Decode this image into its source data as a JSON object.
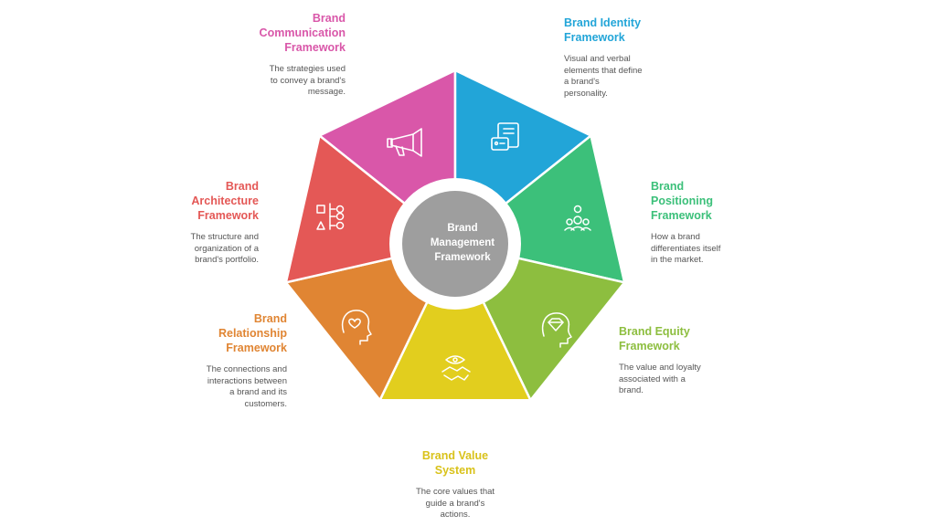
{
  "center": {
    "title_lines": [
      "Brand",
      "Management",
      "Framework"
    ]
  },
  "segments": [
    {
      "key": "communication",
      "title_lines": [
        "Brand",
        "Communication",
        "Framework"
      ],
      "description_lines": [
        "The strategies used",
        "to convey a brand's",
        "message."
      ],
      "color": "#D957A9",
      "icon": "megaphone-icon"
    },
    {
      "key": "identity",
      "title_lines": [
        "Brand Identity",
        "Framework"
      ],
      "description_lines": [
        "Visual and verbal",
        "elements that define",
        "a brand's",
        "personality."
      ],
      "color": "#22A5D8",
      "icon": "id-card-icon"
    },
    {
      "key": "positioning",
      "title_lines": [
        "Brand",
        "Positioning",
        "Framework"
      ],
      "description_lines": [
        "How a brand",
        "differentiates itself",
        "in the market."
      ],
      "color": "#3CC07A",
      "icon": "person-group-icon"
    },
    {
      "key": "equity",
      "title_lines": [
        "Brand Equity",
        "Framework"
      ],
      "description_lines": [
        "The value and loyalty",
        "associated with a",
        "brand."
      ],
      "color": "#8DBE3F",
      "icon": "diamond-head-icon"
    },
    {
      "key": "value",
      "title_lines": [
        "Brand Value",
        "System"
      ],
      "description_lines": [
        "The core values that",
        "guide a brand's",
        "actions."
      ],
      "color": "#E2CE1E",
      "icon": "handshake-eye-icon"
    },
    {
      "key": "relationship",
      "title_lines": [
        "Brand",
        "Relationship",
        "Framework"
      ],
      "description_lines": [
        "The connections and",
        "interactions between",
        "a brand and its",
        "customers."
      ],
      "color": "#E08533",
      "icon": "heart-head-icon"
    },
    {
      "key": "architecture",
      "title_lines": [
        "Brand",
        "Architecture",
        "Framework"
      ],
      "description_lines": [
        "The structure and",
        "organization of a",
        "brand's portfolio."
      ],
      "color": "#E45856",
      "icon": "hierarchy-shapes-icon"
    }
  ]
}
